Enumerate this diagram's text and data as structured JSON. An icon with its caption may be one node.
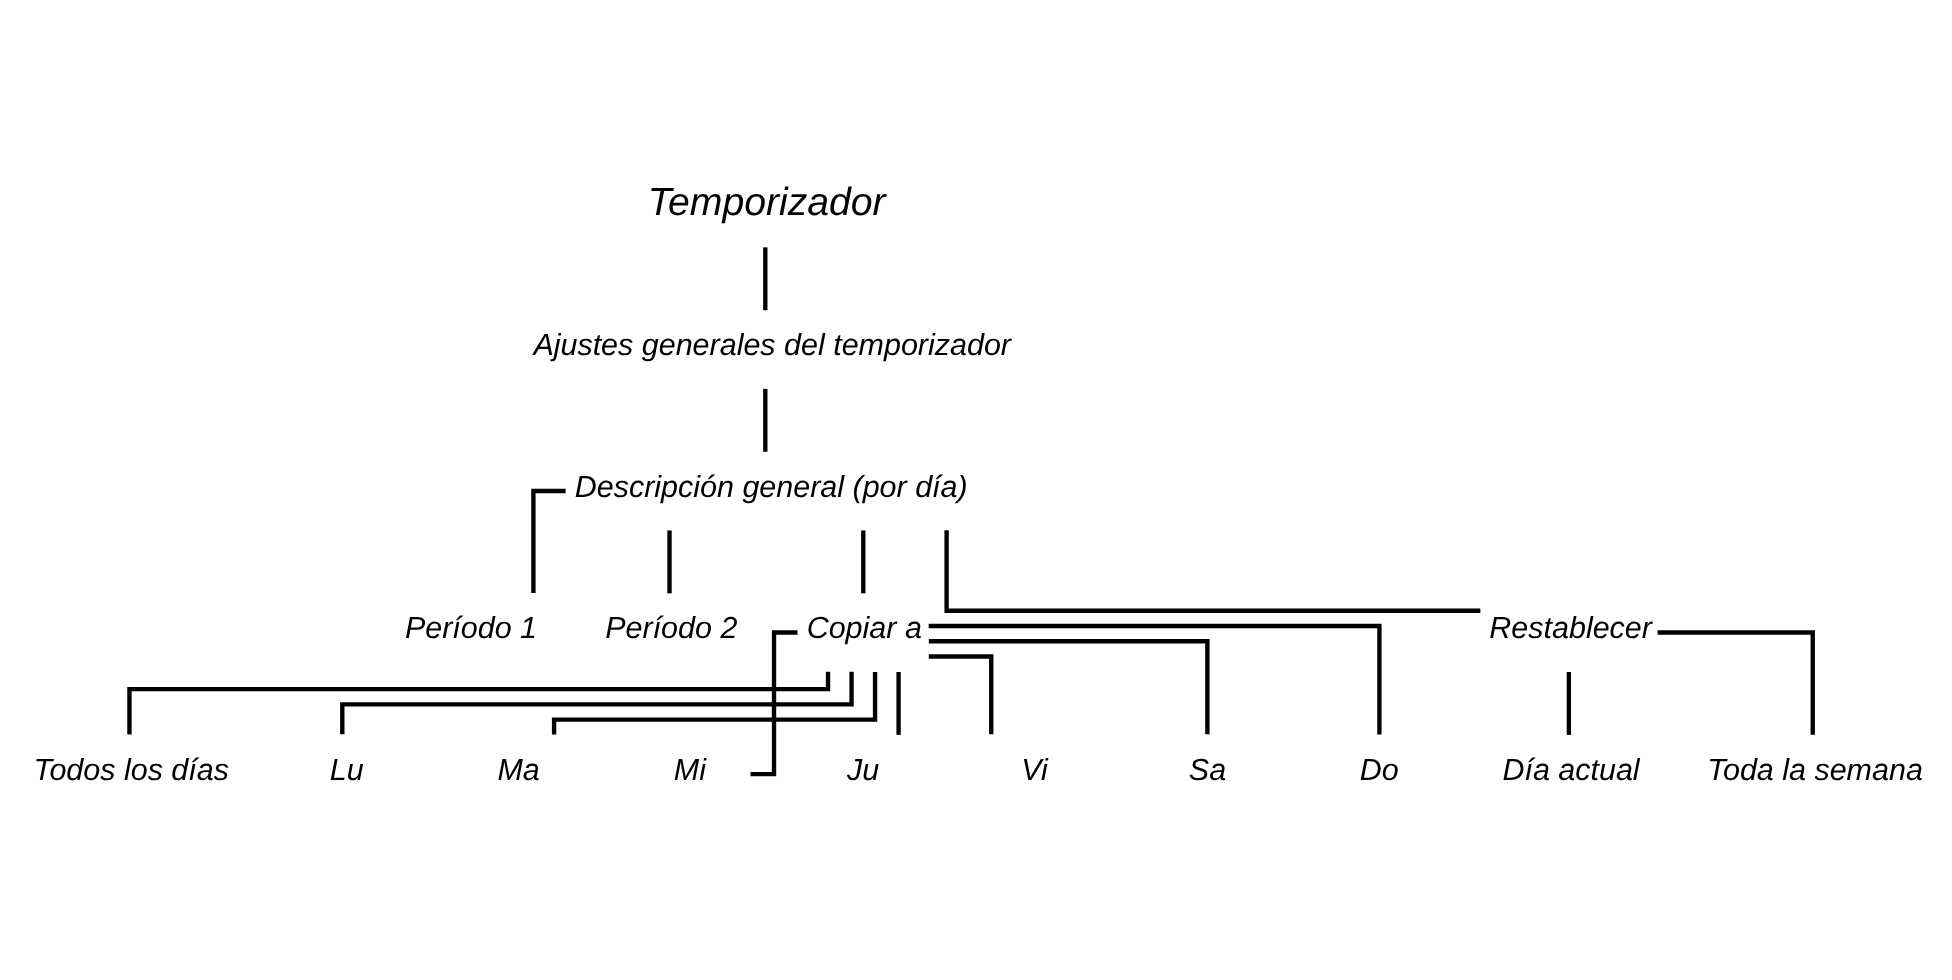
{
  "diagram": {
    "nodes": [
      {
        "text": [
          "Temporizador"
        ]
      },
      {
        "text": [
          "Ajustes generales del temporizador"
        ]
      },
      {
        "text": [
          "Descripción general (por día)"
        ]
      },
      {
        "text": [
          "Período 1"
        ]
      },
      {
        "text": [
          "Período 2"
        ]
      },
      {
        "text": [
          "Copiar a"
        ]
      },
      {
        "text": [
          "Restablecer"
        ]
      },
      {
        "text": [
          "Todos los días"
        ]
      },
      {
        "text": [
          "Lu"
        ]
      },
      {
        "text": [
          "Ma"
        ]
      },
      {
        "text": [
          "Mi"
        ]
      },
      {
        "text": [
          "Ju"
        ]
      },
      {
        "text": [
          "Vi"
        ]
      },
      {
        "text": [
          "Sa"
        ]
      },
      {
        "text": [
          "Do"
        ]
      },
      {
        "text": [
          "Día actual"
        ]
      },
      {
        "text": [
          "Toda la semana"
        ]
      }
    ],
    "edges": [
      {
        "from": 0,
        "to": 1,
        "arrow": "none"
      },
      {
        "from": 1,
        "to": 2,
        "arrow": "none"
      },
      {
        "from": 2,
        "to": 3,
        "arrow": "none"
      },
      {
        "from": 2,
        "to": 4,
        "arrow": "none"
      },
      {
        "from": 2,
        "to": 5,
        "arrow": "none"
      },
      {
        "from": 2,
        "to": 6,
        "arrow": "none"
      },
      {
        "from": 5,
        "to": 7,
        "arrow": "none"
      },
      {
        "from": 5,
        "to": 8,
        "arrow": "none"
      },
      {
        "from": 5,
        "to": 9,
        "arrow": "none"
      },
      {
        "from": 5,
        "to": 10,
        "arrow": "none"
      },
      {
        "from": 5,
        "to": 11,
        "arrow": "none"
      },
      {
        "from": 5,
        "to": 12,
        "arrow": "none"
      },
      {
        "from": 5,
        "to": 13,
        "arrow": "none"
      },
      {
        "from": 5,
        "to": 14,
        "arrow": "none"
      },
      {
        "from": 6,
        "to": 15,
        "arrow": "none"
      },
      {
        "from": 6,
        "to": 16,
        "arrow": "none"
      }
    ]
  }
}
